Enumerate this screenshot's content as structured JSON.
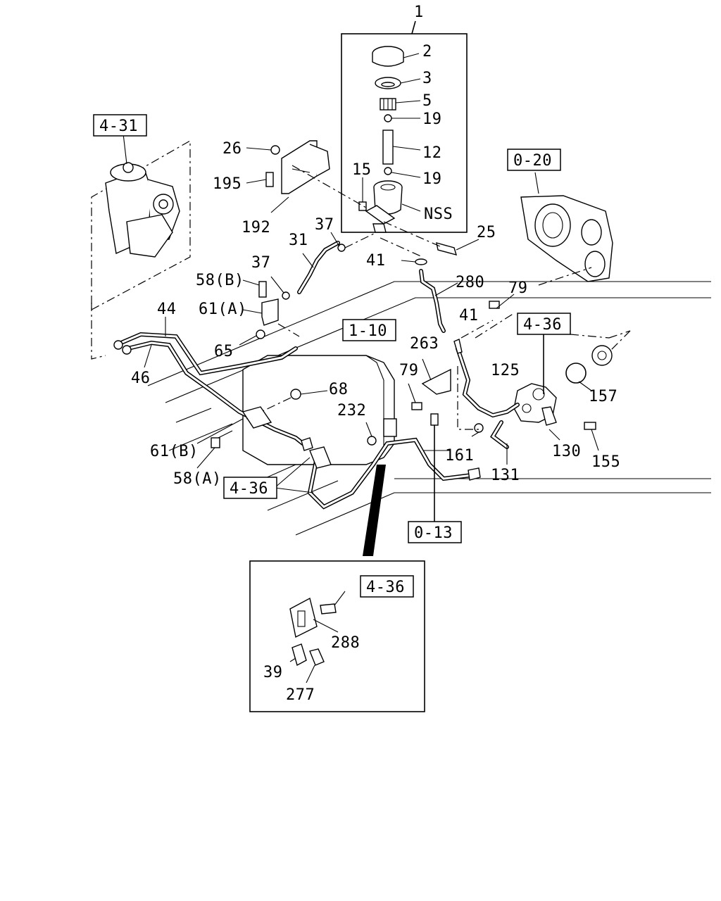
{
  "diagram": {
    "part_labels": [
      "1",
      "2",
      "3",
      "5",
      "19",
      "12",
      "19",
      "15",
      "NSS",
      "26",
      "195",
      "192",
      "37",
      "31",
      "25",
      "37",
      "41",
      "280",
      "58(B)",
      "61(A)",
      "65",
      "44",
      "46",
      "68",
      "79",
      "41",
      "263",
      "79",
      "125",
      "232",
      "61(B)",
      "58(A)",
      "161",
      "131",
      "130",
      "155",
      "157",
      "39",
      "277",
      "288"
    ],
    "ref_labels": [
      "4-31",
      "0-20",
      "1-10",
      "4-36",
      "4-36",
      "0-13",
      "4-36"
    ]
  }
}
